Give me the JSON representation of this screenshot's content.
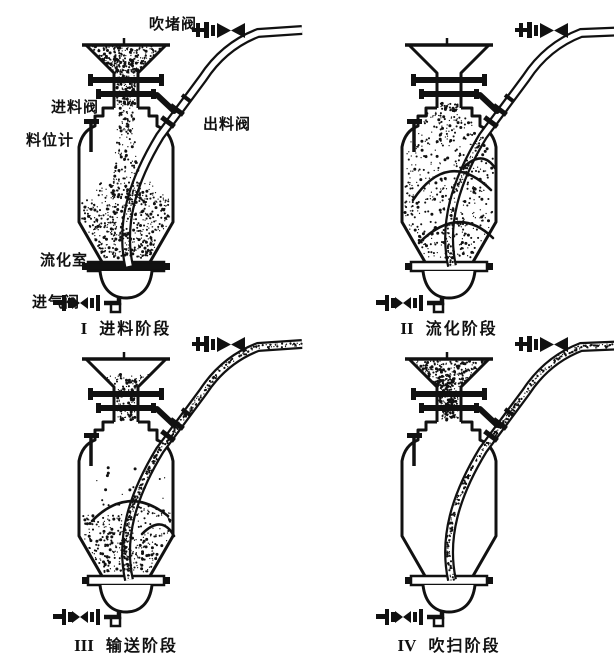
{
  "figure": {
    "background": "#ffffff",
    "ink": "#111111",
    "description": "四阶段仓式气力输送罐工作过程示意图"
  },
  "labels": {
    "blow_plug_valve": "吹堵阀",
    "feed_valve": "进料阀",
    "level_gauge": "料位计",
    "discharge_valve": "出料阀",
    "fluidization_chamber": "流化室",
    "air_inlet_valve": "进气阀"
  },
  "panels": [
    {
      "numeral": "I",
      "caption": "进料阶段",
      "stage": {
        "funnel": "full",
        "tank": "feeding",
        "pipe": "empty",
        "swirls": "none",
        "plate": "dark"
      }
    },
    {
      "numeral": "II",
      "caption": "流化阶段",
      "stage": {
        "funnel": "empty",
        "tank": "full",
        "pipe": "inner",
        "swirls": "loops",
        "plate": "light"
      }
    },
    {
      "numeral": "III",
      "caption": "输送阶段",
      "stage": {
        "funnel": "partial",
        "tank": "half",
        "pipe": "full",
        "swirls": "surface",
        "plate": "light"
      }
    },
    {
      "numeral": "IV",
      "caption": "吹扫阶段",
      "stage": {
        "funnel": "full",
        "tank": "empty",
        "pipe": "full",
        "swirls": "none",
        "plate": "light"
      }
    }
  ]
}
